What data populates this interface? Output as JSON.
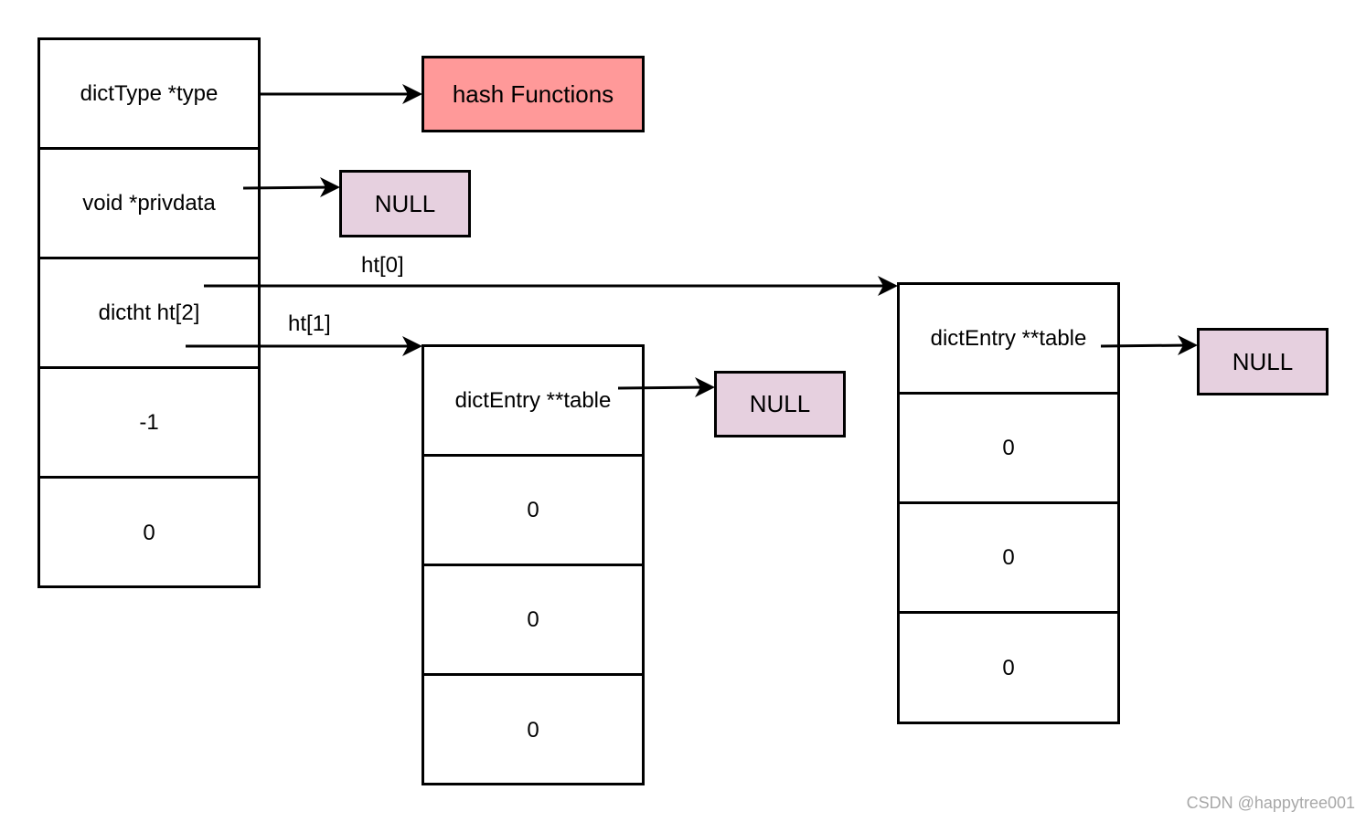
{
  "dict": {
    "fields": [
      "dictType *type",
      "void *privdata",
      "dictht ht[2]",
      "-1",
      "0"
    ]
  },
  "hash_functions": "hash Functions",
  "privdata_null": "NULL",
  "ht0": {
    "label": "ht[0]",
    "cells": [
      "dictEntry **table",
      "0",
      "0",
      "0"
    ],
    "table_null": "NULL"
  },
  "ht1": {
    "label": "ht[1]",
    "cells": [
      "dictEntry **table",
      "0",
      "0",
      "0"
    ],
    "table_null": "NULL"
  },
  "watermark": "CSDN @happytree001"
}
